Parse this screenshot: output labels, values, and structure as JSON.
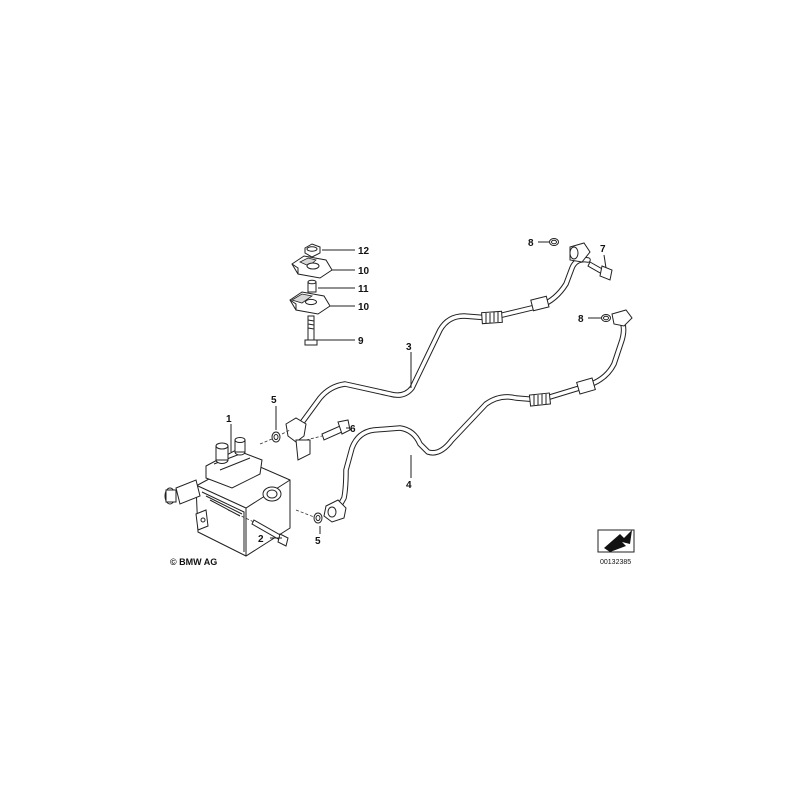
{
  "callouts": {
    "c1": "1",
    "c2": "2",
    "c3": "3",
    "c4": "4",
    "c5a": "5",
    "c5b": "5",
    "c6": "6",
    "c7": "7",
    "c8a": "8",
    "c8b": "8",
    "c9": "9",
    "c10a": "10",
    "c10b": "10",
    "c11": "11",
    "c12": "12"
  },
  "copyright": "© BMW AG",
  "reference_number": "00132385"
}
